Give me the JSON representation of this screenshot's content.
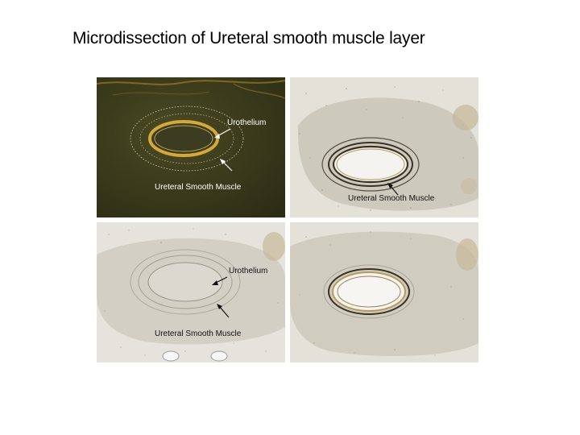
{
  "slide": {
    "title": "Microdissection of Ureteral smooth muscle layer"
  },
  "panels": {
    "top_left": {
      "label_urothelium": "Urothelium",
      "label_muscle": "Ureteral Smooth Muscle"
    },
    "top_right": {
      "label_muscle": "Ureteral Smooth Muscle"
    },
    "bottom_left": {
      "label_urothelium": "Urothelium",
      "label_muscle": "Ureteral Smooth Muscle"
    },
    "bottom_right": {}
  },
  "colors": {
    "darkfield_bg": "#3a3a1c",
    "darkfield_tissue": "#c89a2a",
    "brightfield_bg": "#e6e2d8",
    "brightfield_tissue": "#bdb8ad",
    "lumen": "#f4f3ef",
    "cut_line": "#3d3320"
  }
}
